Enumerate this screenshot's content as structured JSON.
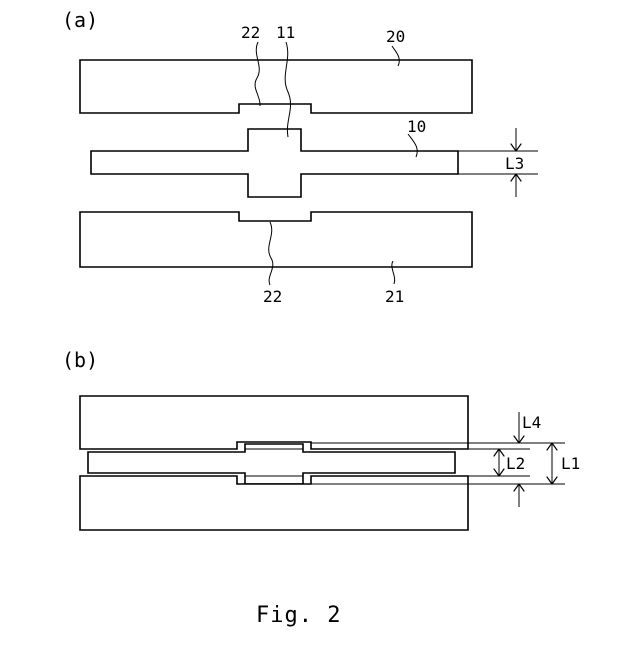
{
  "figure": {
    "caption": "Fig. 2",
    "panel_a": {
      "label": "(a)",
      "refs": {
        "upper_die_recess": "22",
        "protrusion": "11",
        "upper_die": "20",
        "workpiece": "10",
        "lower_die_recess": "22",
        "lower_die": "21"
      },
      "dimension": "L3"
    },
    "panel_b": {
      "label": "(b)",
      "dimensions": {
        "top_gap": "L4",
        "inner": "L2",
        "outer": "L1"
      }
    }
  }
}
